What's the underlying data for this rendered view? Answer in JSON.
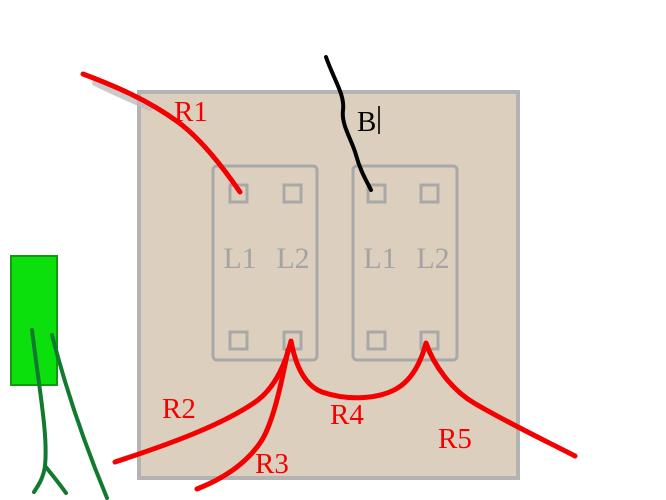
{
  "labels": {
    "r1": "R1",
    "r2": "R2",
    "r3": "R3",
    "r4": "R4",
    "r5": "R5",
    "b": "B"
  },
  "modules": [
    {
      "terminals": [
        "L1",
        "L2"
      ]
    },
    {
      "terminals": [
        "L1",
        "L2"
      ]
    }
  ],
  "colors": {
    "background": "#ffffff",
    "panel_fill": "#ddcfbd",
    "panel_border": "#b3b3b3",
    "module_stroke": "#a8a8a8",
    "terminal_label": "#a3a3a3",
    "annotation_red": "#f40000",
    "annotation_black": "#000000",
    "smudge_gray": "#bdbdbd",
    "probe_fill": "#0ce00c",
    "probe_stroke": "#0f9a0f",
    "lead_green": "#117a2e"
  }
}
